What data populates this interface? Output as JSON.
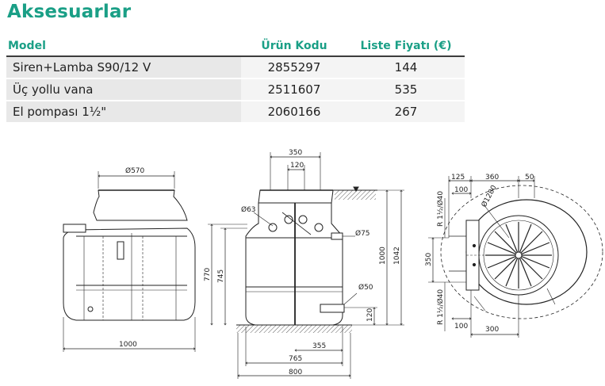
{
  "page": {
    "title": "Aksesuarlar"
  },
  "table": {
    "headers": [
      "Model",
      "Ürün Kodu",
      "Liste Fiyatı (€)"
    ],
    "rows": [
      [
        "Siren+Lamba S90/12 V",
        "2855297",
        "144"
      ],
      [
        "Üç yollu vana",
        "2511607",
        "535"
      ],
      [
        "El pompası 1½\"",
        "2060166",
        "267"
      ]
    ]
  },
  "drawing": {
    "left": {
      "diameter": "Ø570",
      "width": "1000"
    },
    "middle": {
      "top_width": "350",
      "inner_width": "120",
      "pipe_diameter": "Ø63",
      "outlet_diameter": "Ø75",
      "drain_diameter": "Ø50",
      "height_770": "770",
      "height_745": "745",
      "height_1000": "1000",
      "height_1042": "1042",
      "base_120": "120",
      "offset_355": "355",
      "width_765": "765",
      "width_800": "800"
    },
    "right": {
      "top_125": "125",
      "top_360": "360",
      "top_50": "50",
      "top_100": "100",
      "diameter": "Ø1280",
      "thread_top": "R 1½/Ø40",
      "thread_bottom": "R 1½/Ø40",
      "side_350": "350",
      "bottom_100": "100",
      "bottom_300": "300"
    }
  }
}
